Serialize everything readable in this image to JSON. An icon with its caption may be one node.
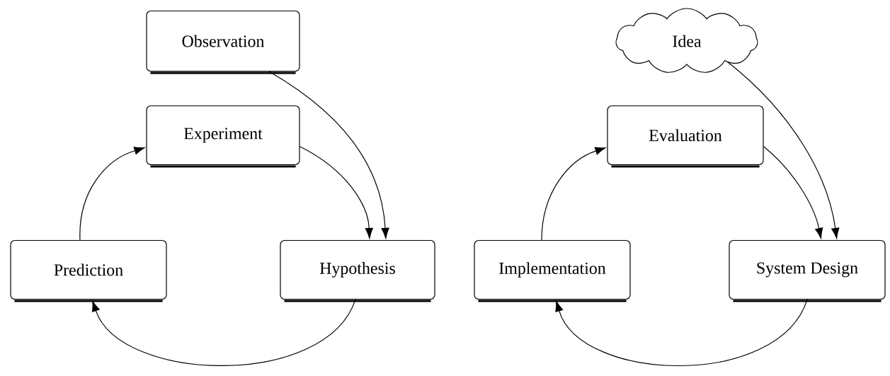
{
  "diagram": {
    "nodes": [
      {
        "text": [
          "Observation"
        ]
      },
      {
        "text": [
          "Experiment"
        ]
      },
      {
        "text": [
          "Prediction"
        ]
      },
      {
        "text": [
          "Hypothesis"
        ]
      },
      {
        "text": [
          "Idea"
        ]
      },
      {
        "text": [
          "Evaluation"
        ]
      },
      {
        "text": [
          "Implementation"
        ]
      },
      {
        "text": [
          "System Design"
        ]
      }
    ],
    "edges": [
      {
        "from": 0,
        "to": 3,
        "arrow": "to"
      },
      {
        "from": 1,
        "to": 3,
        "arrow": "to"
      },
      {
        "from": 3,
        "to": 2,
        "arrow": "to"
      },
      {
        "from": 2,
        "to": 1,
        "arrow": "to"
      },
      {
        "from": 4,
        "to": 7,
        "arrow": "to"
      },
      {
        "from": 5,
        "to": 7,
        "arrow": "to"
      },
      {
        "from": 7,
        "to": 6,
        "arrow": "to"
      },
      {
        "from": 6,
        "to": 5,
        "arrow": "to"
      }
    ]
  }
}
